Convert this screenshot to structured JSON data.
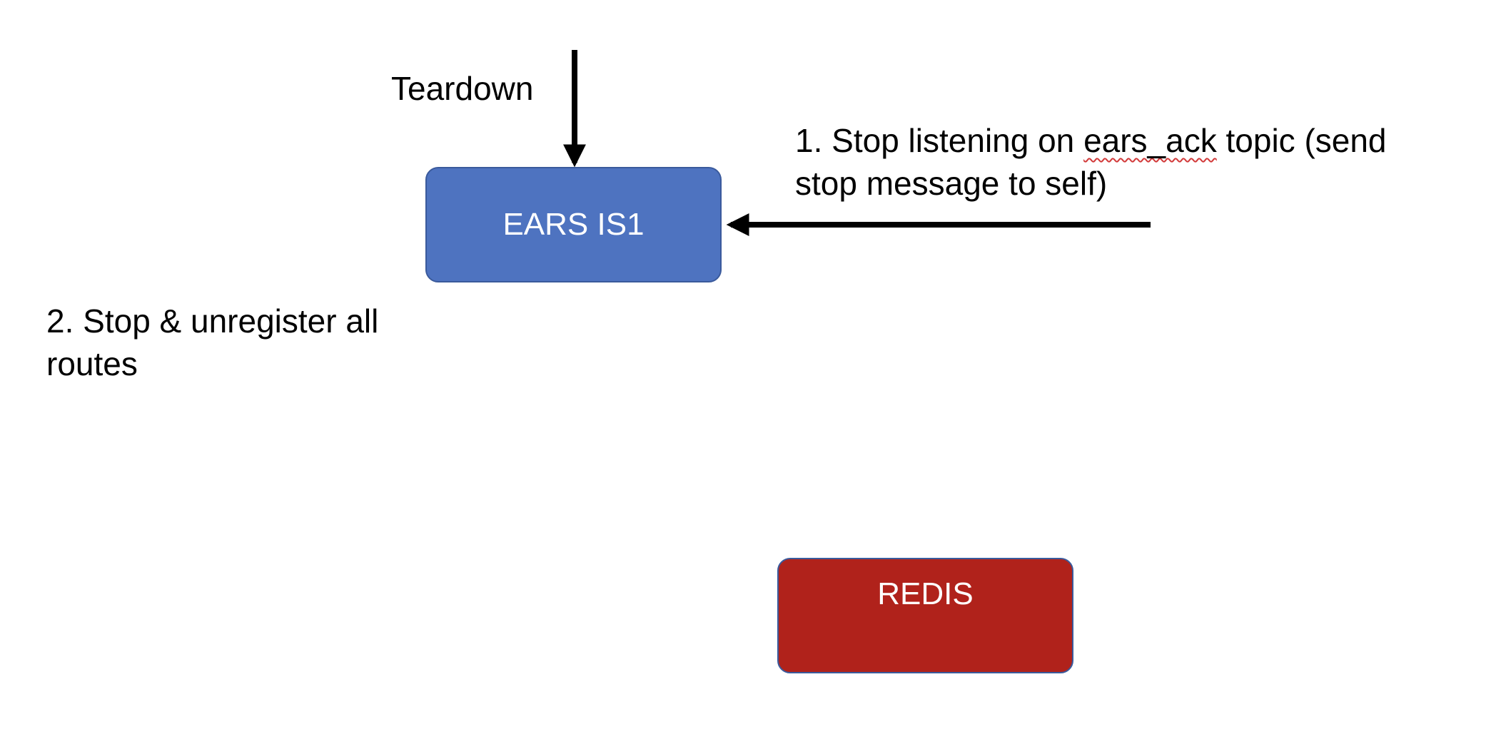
{
  "diagram": {
    "teardown_label": "Teardown",
    "step1": {
      "line1_prefix": "1. Stop listening on ",
      "line1_word": "ears_ack",
      "line1_suffix": " topic (send",
      "line2": "stop message to self)"
    },
    "step2": {
      "line1": "2. Stop & unregister all",
      "line2": "routes"
    },
    "nodes": {
      "ears": {
        "label": "EARS IS1",
        "color": "#4e73c0"
      },
      "redis": {
        "label": "REDIS",
        "color": "#b0221b"
      }
    },
    "arrow_color": "#000000"
  }
}
